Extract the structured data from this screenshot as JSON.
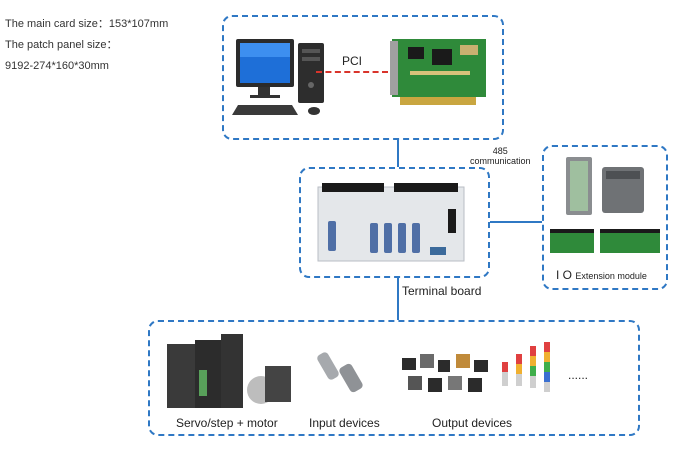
{
  "specs": {
    "line1": "The main card size：153*107mm",
    "line2": "The patch panel size：",
    "line3": "9192-274*160*30mm"
  },
  "labels": {
    "pci": "PCI",
    "rs485_1": "485",
    "rs485_2": "communication",
    "terminal_board": "Terminal board",
    "io_prefix": "I O",
    "io_suffix": "Extension module",
    "servo": "Servo/step + motor",
    "input": "Input devices",
    "output": "Output devices",
    "ellipsis": "......"
  },
  "colors": {
    "frame": "#2f78c4",
    "pci_link": "#d9342b",
    "board_green": "#2f8a3a"
  }
}
